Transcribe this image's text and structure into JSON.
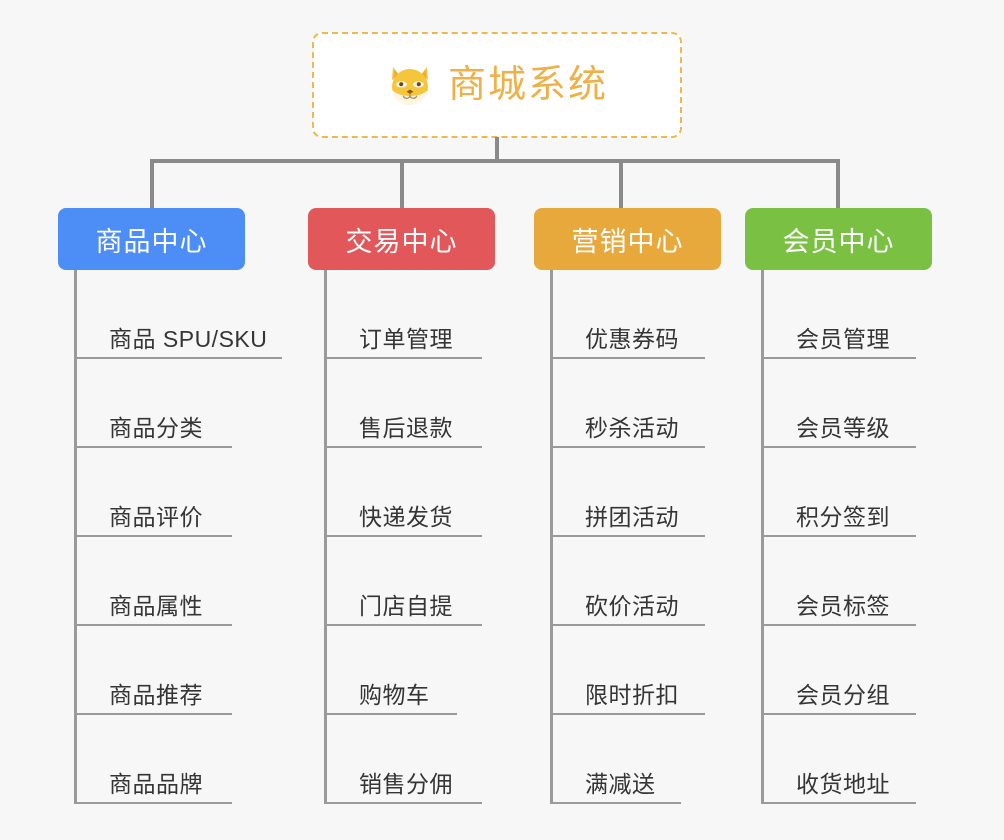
{
  "background_color": "#f7f7f7",
  "root": {
    "title": "商城系统",
    "emoji_name": "shiba-dog-face-emoji",
    "text_color": "#eeb047",
    "border_color": "#eeb84b",
    "background": "#ffffff"
  },
  "connector_color": "#8a8a8a",
  "categories": [
    {
      "id": "product-center",
      "label": "商品中心",
      "color": "#4c8df6",
      "items": [
        {
          "label": "商品 SPU/SKU",
          "underline_width": 205
        },
        {
          "label": "商品分类",
          "underline_width": 155
        },
        {
          "label": "商品评价",
          "underline_width": 155
        },
        {
          "label": "商品属性",
          "underline_width": 155
        },
        {
          "label": "商品推荐",
          "underline_width": 155
        },
        {
          "label": "商品品牌",
          "underline_width": 155
        }
      ]
    },
    {
      "id": "trade-center",
      "label": "交易中心",
      "color": "#e2585a",
      "items": [
        {
          "label": "订单管理",
          "underline_width": 155
        },
        {
          "label": "售后退款",
          "underline_width": 155
        },
        {
          "label": "快递发货",
          "underline_width": 155
        },
        {
          "label": "门店自提",
          "underline_width": 155
        },
        {
          "label": "购物车",
          "underline_width": 130
        },
        {
          "label": "销售分佣",
          "underline_width": 155
        }
      ]
    },
    {
      "id": "marketing-center",
      "label": "营销中心",
      "color": "#e8a93c",
      "items": [
        {
          "label": "优惠券码",
          "underline_width": 152
        },
        {
          "label": "秒杀活动",
          "underline_width": 152
        },
        {
          "label": "拼团活动",
          "underline_width": 152
        },
        {
          "label": "砍价活动",
          "underline_width": 152
        },
        {
          "label": "限时折扣",
          "underline_width": 152
        },
        {
          "label": "满减送",
          "underline_width": 128
        }
      ]
    },
    {
      "id": "member-center",
      "label": "会员中心",
      "color": "#7ac143",
      "items": [
        {
          "label": "会员管理",
          "underline_width": 152
        },
        {
          "label": "会员等级",
          "underline_width": 152
        },
        {
          "label": "积分签到",
          "underline_width": 152
        },
        {
          "label": "会员标签",
          "underline_width": 152
        },
        {
          "label": "会员分组",
          "underline_width": 152
        },
        {
          "label": "收货地址",
          "underline_width": 152
        }
      ]
    }
  ]
}
